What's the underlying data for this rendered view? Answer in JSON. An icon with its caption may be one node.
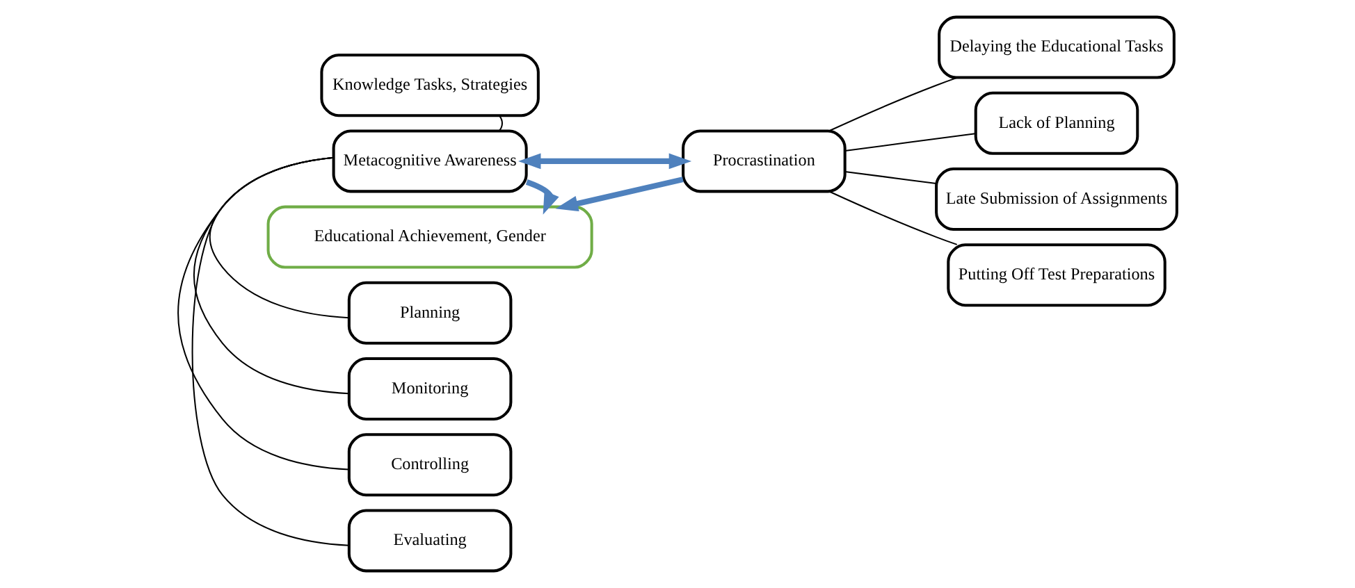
{
  "diagram": {
    "nodes": [
      {
        "text": [
          "Knowledge Tasks, Strategies"
        ]
      },
      {
        "text": [
          "Planning"
        ]
      },
      {
        "text": [
          "Monitoring"
        ]
      },
      {
        "text": [
          "Controlling"
        ]
      },
      {
        "text": [
          "Evaluating"
        ]
      },
      {
        "text": [
          "Metacognitive Awareness"
        ]
      },
      {
        "text": [
          "Procrastination"
        ]
      },
      {
        "text": [
          "Delaying the Educational Tasks"
        ]
      },
      {
        "text": [
          "Lack of Planning"
        ]
      },
      {
        "text": [
          "Late Submission of Assignments"
        ]
      },
      {
        "text": [
          "Putting Off Test Preparations"
        ]
      },
      {
        "text": [
          "Educational Achievement, Gender"
        ]
      }
    ],
    "edges": [
      {
        "from": 0,
        "to": 5,
        "arrow": "none"
      },
      {
        "from": 1,
        "to": 5,
        "arrow": "none"
      },
      {
        "from": 2,
        "to": 5,
        "arrow": "none"
      },
      {
        "from": 3,
        "to": 5,
        "arrow": "none"
      },
      {
        "from": 4,
        "to": 5,
        "arrow": "none"
      },
      {
        "from": 5,
        "to": 6,
        "arrow": "both",
        "style": "thick",
        "color": "#4f81bd"
      },
      {
        "from": 6,
        "to": 7,
        "arrow": "none"
      },
      {
        "from": 6,
        "to": 8,
        "arrow": "none"
      },
      {
        "from": 6,
        "to": 9,
        "arrow": "none"
      },
      {
        "from": 6,
        "to": 10,
        "arrow": "none"
      },
      {
        "from": 5,
        "to": 11,
        "arrow": "to",
        "style": "thick",
        "color": "#4f81bd"
      },
      {
        "from": 6,
        "to": 11,
        "arrow": "to",
        "style": "thick",
        "color": "#4f81bd"
      }
    ]
  }
}
